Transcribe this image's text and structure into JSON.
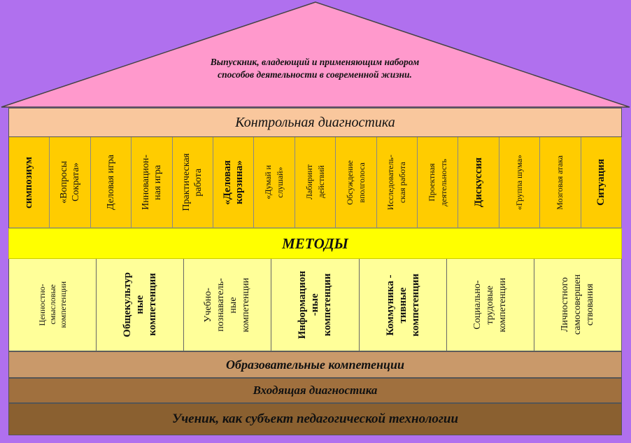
{
  "roof": {
    "line1": "Выпускник, владеющий и применяющим  набором",
    "line2": "способов деятельности в современной жизни."
  },
  "control": "Контрольная диагностика",
  "methods": [
    {
      "text": "симпозиум",
      "style": "bold"
    },
    {
      "text": "«Вопросы\nСократа»",
      "style": "normal"
    },
    {
      "text": "Деловая игра",
      "style": "normal"
    },
    {
      "text": "Инновацион-\nная игра",
      "style": "normal"
    },
    {
      "text": "Практическая\nработа",
      "style": "normal"
    },
    {
      "text": "«Деловая\nкорзина»",
      "style": "bold"
    },
    {
      "text": "«Думай и\nслушай»",
      "style": "small"
    },
    {
      "text": "Лабиринт\nдействий",
      "style": "small"
    },
    {
      "text": "Обсуждение\nвполголоса",
      "style": "small"
    },
    {
      "text": "Исследователь-\nская работа",
      "style": "small"
    },
    {
      "text": "Проектная\nдеятельность",
      "style": "small"
    },
    {
      "text": "Дискуссия",
      "style": "bold"
    },
    {
      "text": "«Группа шума»",
      "style": "small"
    },
    {
      "text": "Мозговая атака",
      "style": "small"
    },
    {
      "text": "Ситуация",
      "style": "bold"
    }
  ],
  "methods_label": "МЕТОДЫ",
  "competences": [
    {
      "text": "Ценностно-\nсмысловые\nкомпетенции",
      "style": "small"
    },
    {
      "text": "Общекультур\nные\nкомпетенции",
      "style": "bold"
    },
    {
      "text": "Учебно-\nпознаватель-\nные\nкомпетенции",
      "style": "normal"
    },
    {
      "text": "Информацион\n-ные\nкомпетенции",
      "style": "bold"
    },
    {
      "text": "Коммуника -\nтивные\nкомпетенции",
      "style": "bold"
    },
    {
      "text": "Социально-\nтрудовые\nкомпетенции",
      "style": "normal"
    },
    {
      "text": "Личностного\nсамосовершен\nствования",
      "style": "normal"
    }
  ],
  "educational": "Образовательные компетенции",
  "incoming": "Входящая диагностика",
  "student": "Ученик, как субъект педагогической технологии",
  "colors": {
    "background": "#b070ee",
    "roof": "#ff99cc",
    "control": "#f9c79d",
    "method_cell": "#ffcc00",
    "methods_band": "#ffff00",
    "competence_cell": "#ffff99",
    "educational": "#c9996a",
    "incoming": "#a0703e",
    "student": "#8a6030"
  }
}
